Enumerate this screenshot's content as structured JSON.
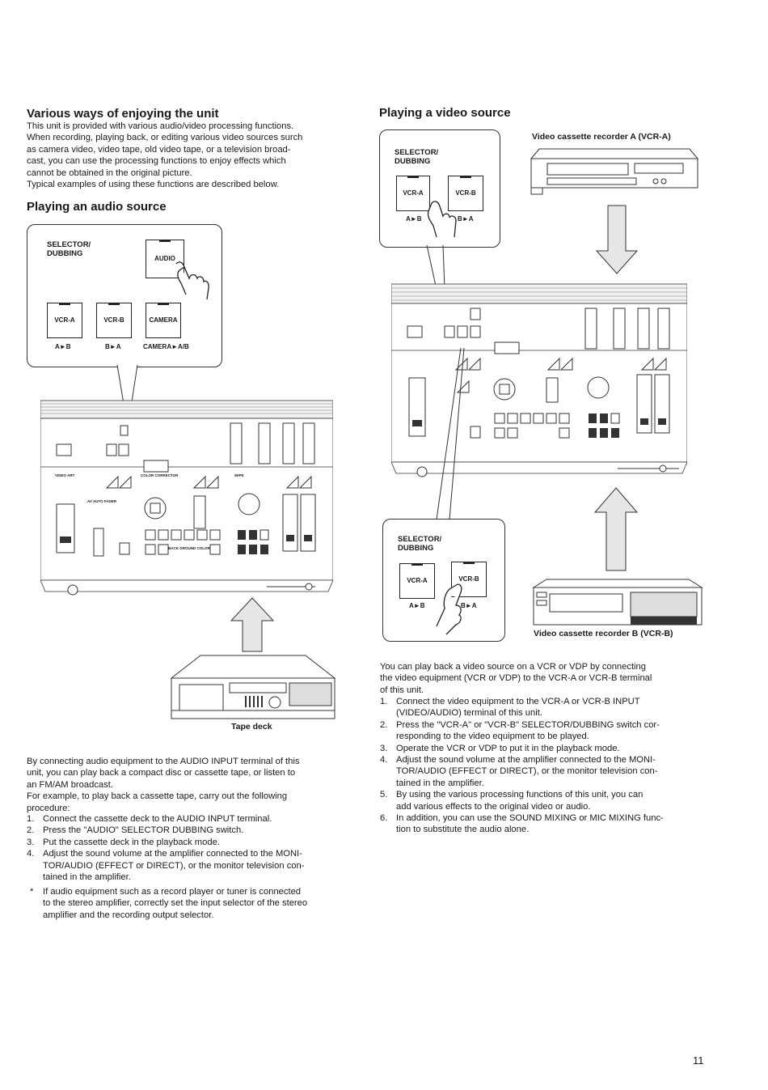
{
  "left": {
    "heading1": "Various ways of enjoying the unit",
    "intro": [
      "This unit is provided with various audio/video processing functions.",
      "When recording, playing back, or editing various video sources surch",
      "as camera video, video tape, old video tape, or a television broad-",
      "cast, you can use the processing functions to enjoy effects which",
      "cannot be obtained in the original picture.",
      "Typical examples of using these functions are described below."
    ],
    "heading2": "Playing an audio source",
    "callout": {
      "selector_label_1": "SELECTOR/",
      "selector_label_2": "DUBBING",
      "audio_button": "AUDIO",
      "vcra_button": "VCR-A",
      "vcrb_button": "VCR-B",
      "camera_button": "CAMERA",
      "ab_label": "A►B",
      "ba_label": "B►A",
      "camera_ab_label": "CAMERA►A/B"
    },
    "tape_deck_caption": "Tape deck",
    "body": [
      "By connecting audio equipment to the AUDIO INPUT terminal of this",
      "unit, you can play back a compact disc or cassette tape, or listen to",
      "an FM/AM broadcast.",
      "For example, to play back a cassette tape, carry out the following",
      "procedure:"
    ],
    "steps": [
      {
        "n": "1.",
        "lines": [
          "Connect the cassette deck to the AUDIO INPUT terminal."
        ]
      },
      {
        "n": "2.",
        "lines": [
          "Press the \"AUDIO\" SELECTOR DUBBING switch."
        ]
      },
      {
        "n": "3.",
        "lines": [
          "Put the cassette deck in the playback mode."
        ]
      },
      {
        "n": "4.",
        "lines": [
          "Adjust the sound volume at the amplifier connected to the MONI-",
          "TOR/AUDIO (EFFECT or DIRECT), or the monitor television con-",
          "tained in the amplifier."
        ]
      }
    ],
    "note_bullet": "*",
    "note": [
      "If audio equipment such as a record player or tuner is connected",
      "to the stereo amplifier, correctly set the input selector of the stereo",
      "amplifier and the recording output selector."
    ]
  },
  "right": {
    "heading": "Playing a video source",
    "vcr_a_caption": "Video cassette recorder A (VCR-A)",
    "vcr_b_caption": "Video cassette recorder B (VCR-B)",
    "callout_top": {
      "selector_label_1": "SELECTOR/",
      "selector_label_2": "DUBBING",
      "vcra_button": "VCR-A",
      "vcrb_button": "VCR-B",
      "ab_label": "A►B",
      "ba_label": "B►A"
    },
    "callout_bottom": {
      "selector_label_1": "SELECTOR/",
      "selector_label_2": "DUBBING",
      "vcra_button": "VCR-A",
      "vcrb_button": "VCR-B",
      "ab_label": "A►B",
      "ba_label": "B►A"
    },
    "body": [
      "You can play back a video source on a VCR or VDP by connecting",
      "the video equipment (VCR or VDP) to the VCR-A or VCR-B terminal",
      "of this unit."
    ],
    "steps": [
      {
        "n": "1.",
        "lines": [
          "Connect the video equipment to the VCR-A or VCR-B INPUT",
          "(VIDEO/AUDIO) terminal of this unit."
        ]
      },
      {
        "n": "2.",
        "lines": [
          "Press the \"VCR-A\" or \"VCR-B\" SELECTOR/DUBBING switch cor-",
          "responding to the video equipment to be played."
        ]
      },
      {
        "n": "3.",
        "lines": [
          "Operate the VCR or VDP to put it in the playback mode."
        ]
      },
      {
        "n": "4.",
        "lines": [
          "Adjust the sound volume at the amplifier connected to the MONI-",
          "TOR/AUDIO (EFFECT or DIRECT), or the monitor television con-",
          "tained in the amplifier."
        ]
      },
      {
        "n": "5.",
        "lines": [
          "By using the various processing functions of this unit, you can",
          "add various effects to the original video or audio."
        ]
      },
      {
        "n": "6.",
        "lines": [
          "In addition, you can use the SOUND MIXING or MIC MIXING func-",
          "tion to substitute the audio alone."
        ]
      }
    ]
  },
  "page_number": "11",
  "panel_labels": {
    "video_art": "VIDEO ART",
    "color_corrector": "COLOR CORRECTOR",
    "av_auto_fader": "AV AUTO FADER",
    "back_ground_color": "BACK GROUND COLOR",
    "wipe": "WIPE"
  }
}
